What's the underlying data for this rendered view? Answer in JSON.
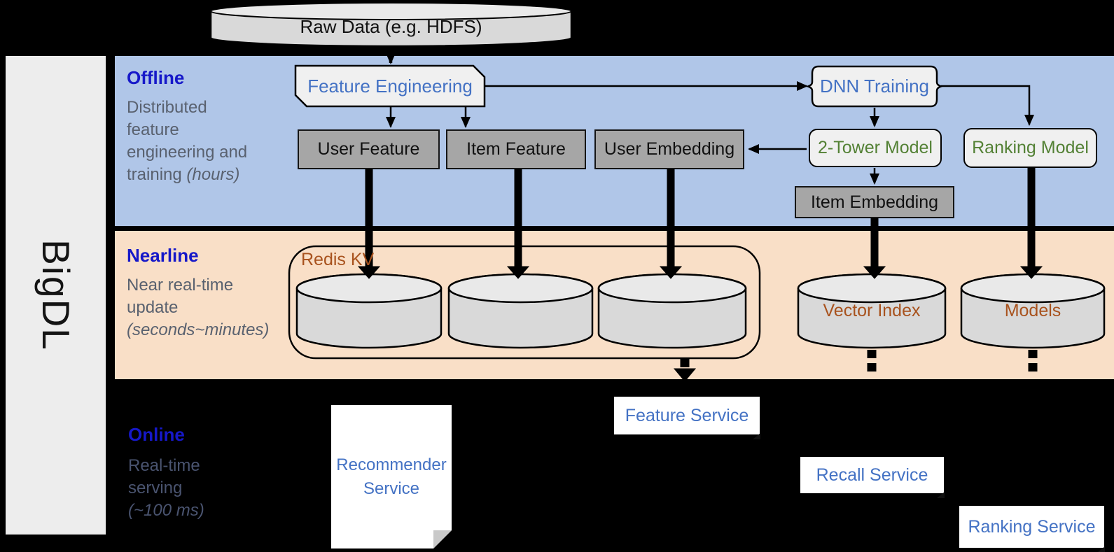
{
  "sidebar": {
    "brand": "BigDL"
  },
  "bands": {
    "offline": {
      "title": "Offline",
      "desc1": "Distributed",
      "desc2": "feature",
      "desc3": "engineering and",
      "desc4": "training ",
      "desc4_italic": "(hours)"
    },
    "nearline": {
      "title": "Nearline",
      "desc1": "Near real-time",
      "desc2": "update",
      "desc3_italic": "(seconds~minutes)"
    },
    "online": {
      "title": "Online",
      "desc1": "Real-time",
      "desc2": "serving",
      "desc3_italic": "(~100 ms)"
    }
  },
  "nodes": {
    "raw_data": "Raw Data (e.g. HDFS)",
    "feature_engineering": "Feature Engineering",
    "dnn_training": "DNN Training",
    "user_feature": "User Feature",
    "item_feature": "Item Feature",
    "user_embedding": "User Embedding",
    "two_tower_model": "2-Tower Model",
    "ranking_model": "Ranking Model",
    "item_embedding": "Item Embedding",
    "redis_kv": "Redis KV",
    "vector_index": "Vector Index",
    "models": "Models",
    "recommender_service": "Recommender Service",
    "feature_service": "Feature Service",
    "recall_service": "Recall Service",
    "ranking_service": "Ranking Service"
  },
  "colors": {
    "background": "#000000",
    "offline_band": "#b0c6e8",
    "nearline_band": "#f9dfc7",
    "sidebar": "#ededed",
    "band_title_blue": "#1618c9",
    "desc_gray": "#59616f",
    "node_text_blue": "#4472c4",
    "node_text_green": "#538135",
    "node_text_brown": "#a8521d",
    "gray_box_fill": "#a6a6a6",
    "light_box_fill": "#f0f0f0",
    "cylinder_fill": "#d9d9d9"
  }
}
